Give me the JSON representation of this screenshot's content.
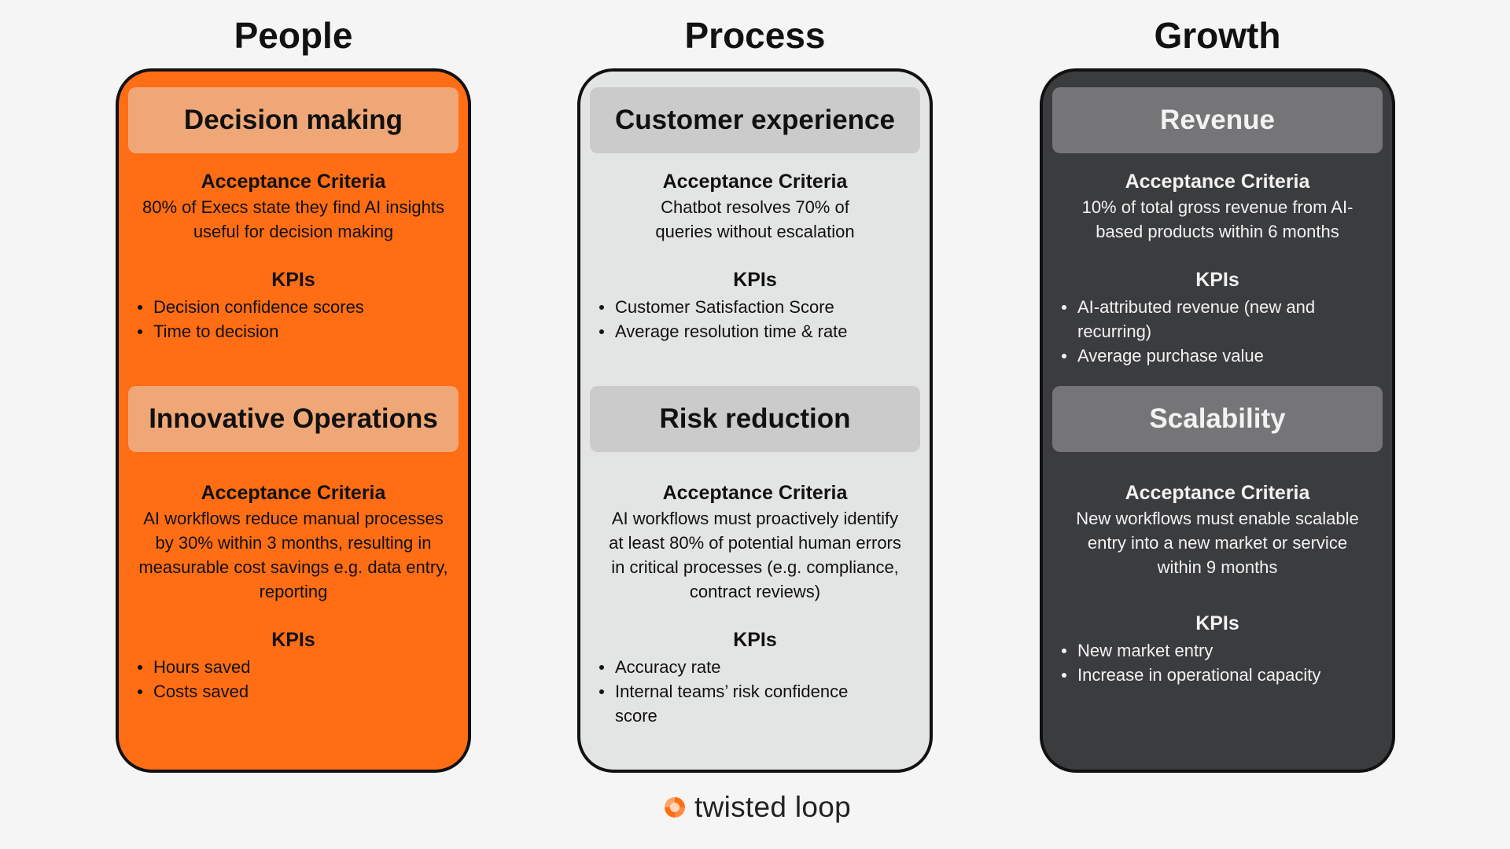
{
  "columns": [
    {
      "title": "People",
      "sections": [
        {
          "name": "Decision making",
          "ac_heading": "Acceptance Criteria",
          "ac_text": "80% of Execs state they find AI insights useful for decision making",
          "kpi_heading": "KPIs",
          "kpis": [
            "Decision confidence scores",
            "Time to decision"
          ]
        },
        {
          "name": "Innovative Operations",
          "ac_heading": "Acceptance Criteria",
          "ac_text": "AI workflows reduce manual processes by 30% within 3 months, resulting in measurable cost savings e.g. data entry, reporting",
          "kpi_heading": "KPIs",
          "kpis": [
            "Hours saved",
            "Costs saved"
          ]
        }
      ]
    },
    {
      "title": "Process",
      "sections": [
        {
          "name": "Customer experience",
          "ac_heading": "Acceptance Criteria",
          "ac_text": "Chatbot resolves 70% of queries without escalation",
          "kpi_heading": "KPIs",
          "kpis": [
            "Customer Satisfaction Score",
            "Average resolution time & rate"
          ]
        },
        {
          "name": "Risk reduction",
          "ac_heading": "Acceptance Criteria",
          "ac_text": "AI workflows must proactively identify at least 80% of potential human errors in critical processes (e.g. compliance, contract reviews)",
          "kpi_heading": "KPIs",
          "kpis": [
            "Accuracy rate",
            "Internal teams’ risk confidence score"
          ]
        }
      ]
    },
    {
      "title": "Growth",
      "sections": [
        {
          "name": "Revenue",
          "ac_heading": "Acceptance Criteria",
          "ac_text": "10% of total gross revenue from AI-based products within 6 months",
          "kpi_heading": "KPIs",
          "kpis": [
            "AI-attributed revenue (new and recurring)",
            "Average purchase value"
          ]
        },
        {
          "name": "Scalability",
          "ac_heading": "Acceptance Criteria",
          "ac_text": "New workflows must enable scalable entry into a new market or service within 9 months",
          "kpi_heading": "KPIs",
          "kpis": [
            "New market entry",
            "Increase in operational capacity"
          ]
        }
      ]
    }
  ],
  "brand": {
    "name": "twisted loop",
    "accent": "#ff6d14"
  }
}
